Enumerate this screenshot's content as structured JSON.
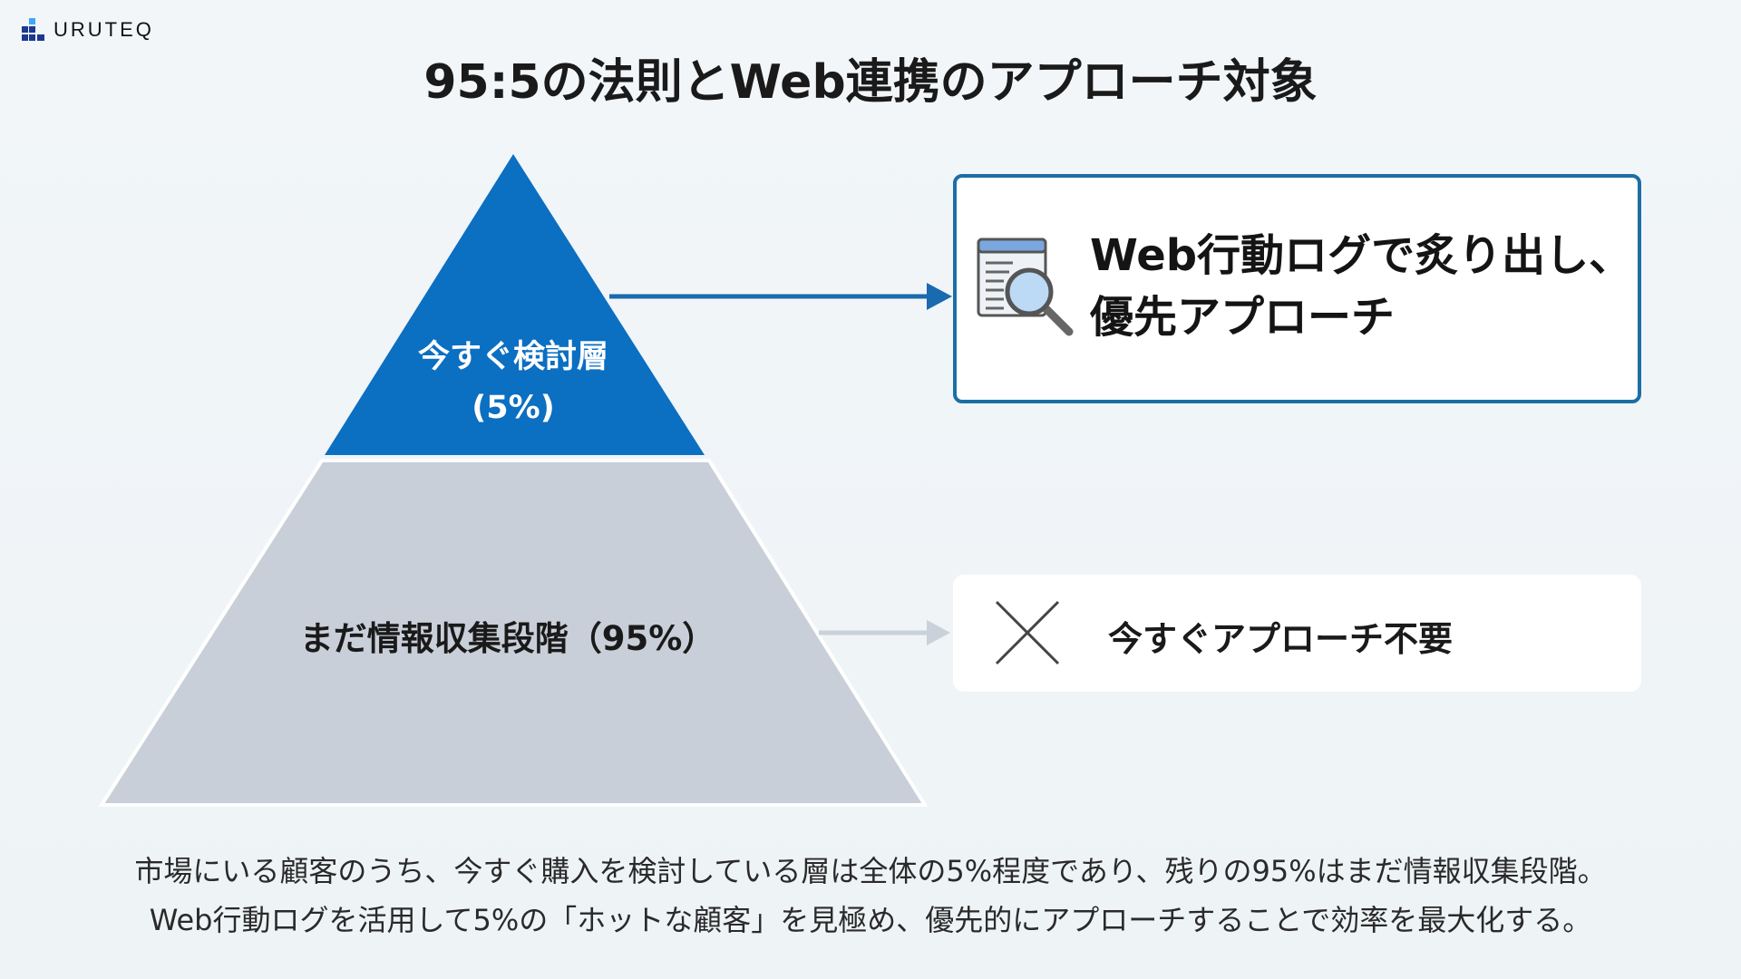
{
  "brand": {
    "name": "URUTEQ",
    "colors": {
      "logo_dark": "#1a3a8f",
      "logo_light": "#3fa9f5"
    }
  },
  "title": "95:5の法則とWeb連携のアプローチ対象",
  "pyramid": {
    "top": {
      "line1": "今すぐ検討層",
      "line2": "(5%)",
      "color": "#0b6fc2"
    },
    "bottom": {
      "label": "まだ情報収集段階（95%）",
      "color": "#c9cfd8"
    }
  },
  "callouts": [
    {
      "line1": "Web行動ログで炙り出し、",
      "line2": "優先アプローチ",
      "icon": "browser-search-icon",
      "border_color": "#1c6ea4"
    },
    {
      "label": "今すぐアプローチ不要",
      "icon": "x-mark-icon"
    }
  ],
  "caption": {
    "line1": "市場にいる顧客のうち、今すぐ購入を検討している層は全体の5%程度であり、残りの95%はまだ情報収集段階。",
    "line2": "Web行動ログを活用して5%の「ホットな顧客」を見極め、優先的にアプローチすることで効率を最大化する。"
  }
}
